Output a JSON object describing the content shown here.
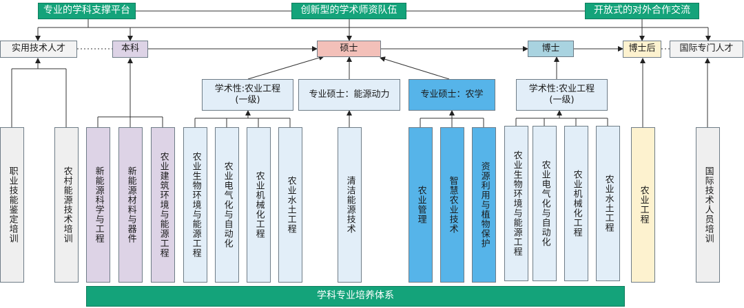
{
  "top": {
    "platform": "专业的学科支撑平台",
    "faculty": "创新型的学术师资队伍",
    "cooperation": "开放式的对外合作交流"
  },
  "levels": {
    "practical": "实用技术人才",
    "undergrad": "本科",
    "master": "硕士",
    "doctor": "博士",
    "postdoc": "博士后",
    "international": "国际专门人才"
  },
  "master_tracks": {
    "academic": "学术性:农业工程\n(一级)",
    "energy": "专业硕士：能源动力",
    "agri": "专业硕士：农学"
  },
  "doctor_track": "学术性:农业工程\n(一级)",
  "columns": {
    "c1": "职业技能鉴定培训",
    "c2": "农村能源技术培训",
    "c3": "新能源科学与工程",
    "c4": "新能源材料与器件",
    "c5": "农业建筑环境与能源工程",
    "c6": "农业生物环境与能源工程",
    "c7": "农业电气化与自动化",
    "c8": "农业机械化工程",
    "c9": "农业水土工程",
    "c10": "清洁能源技术",
    "c11": "农业管理",
    "c12": "智慧农业技术",
    "c13": "资源利用与植物保护",
    "c14": "农业生物环境与能源工程",
    "c15": "农业电气化与自动化",
    "c16": "农业机械化工程",
    "c17": "农业水土工程",
    "c18": "农业工程",
    "c19": "国际技术人员培训"
  },
  "bottom": "学科专业培养体系",
  "colors": {
    "green": "#14a37a",
    "gray": "#efefef",
    "purple": "#ddd3e6",
    "light_blue": "#e2eef8",
    "blue": "#56b4e9",
    "teal": "#a9d3e0",
    "cream": "#fdf2cf",
    "salmon": "#f3c0b9"
  }
}
